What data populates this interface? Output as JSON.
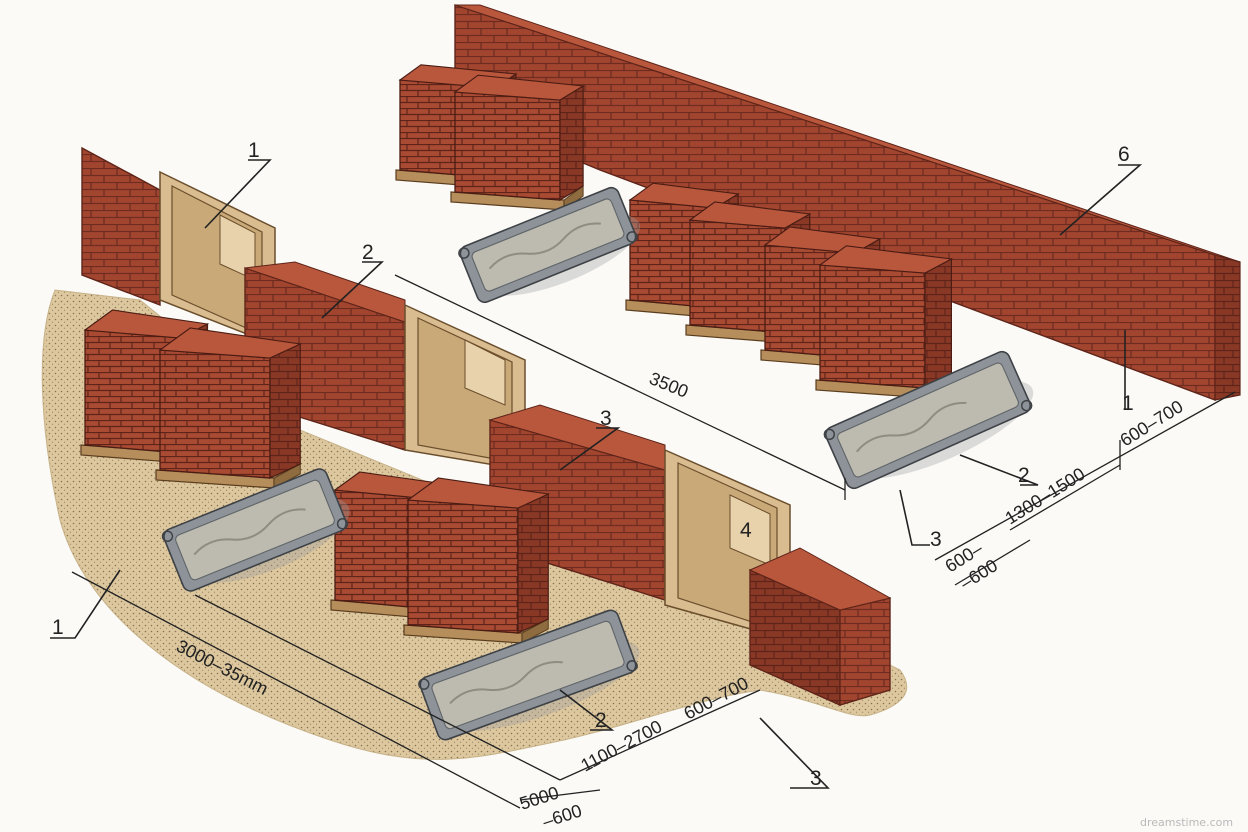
{
  "colors": {
    "brick": "#a2452f",
    "brick_dark": "#7a3122",
    "brick_light": "#b9573d",
    "mortar": "#6e2c20",
    "ground": "#dcc79e",
    "door": "#d9bd91",
    "tub_metal": "#8d9398",
    "mortar_fill": "#bdbbb0",
    "pallet": "#b58e5c"
  },
  "labels": {
    "wall_left": "1",
    "work_zone_left": "1",
    "material_zone": "2",
    "transport_zone": "3",
    "door_mark": "4",
    "long_wall": "6",
    "wall_right": "1",
    "tub_right": "2",
    "zone_right": "3",
    "tub_front": "2",
    "zone_front": "3"
  },
  "dimensions": {
    "d_3500": "3500",
    "d_3000_35mm": "3000–35mm",
    "d_5000": "5000",
    "d_neg600_front": "–600",
    "d_1100_2700": "1100–2700",
    "d_600_700_front": "600–700",
    "d_600_700_right": "600–700",
    "d_1300_1500": "1300–1500",
    "d_600_right": "600–",
    "d_neg600_right": "–600"
  },
  "watermark": "dreamstime.com"
}
